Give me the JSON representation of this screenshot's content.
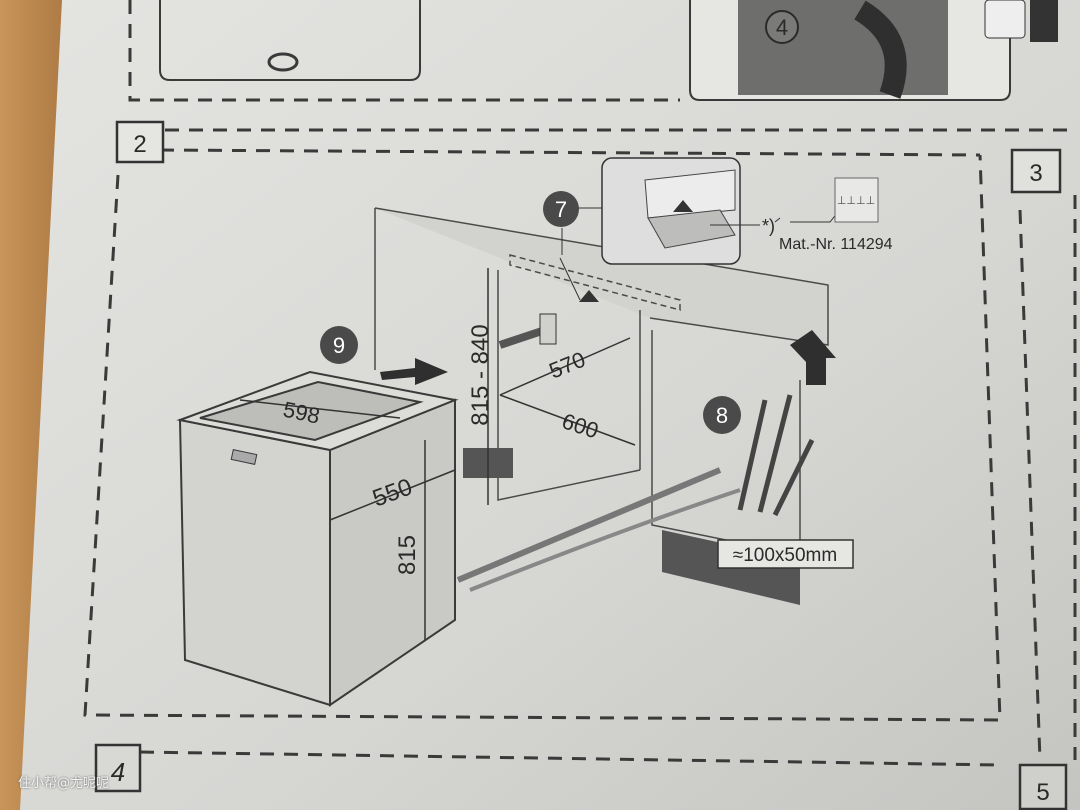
{
  "steps": {
    "step2": "2",
    "step3": "3",
    "step4": "4",
    "step5": "5"
  },
  "callouts": {
    "c4": "4",
    "c7": "7",
    "c8": "8",
    "c9": "9"
  },
  "dimensions": {
    "top_width": "598",
    "depth": "550",
    "height": "815",
    "niche_height": "815 - 840",
    "niche_depth": "570",
    "niche_width": "600",
    "cutout": "≈100x50mm"
  },
  "note": {
    "asterisk": "*)",
    "part_number": "Mat.-Nr. 114294"
  },
  "watermark": "住小帮@尤呢呢",
  "colors": {
    "paper": "#dcdcd9",
    "ink": "#3a3a3a",
    "wood": "#b8854a"
  }
}
